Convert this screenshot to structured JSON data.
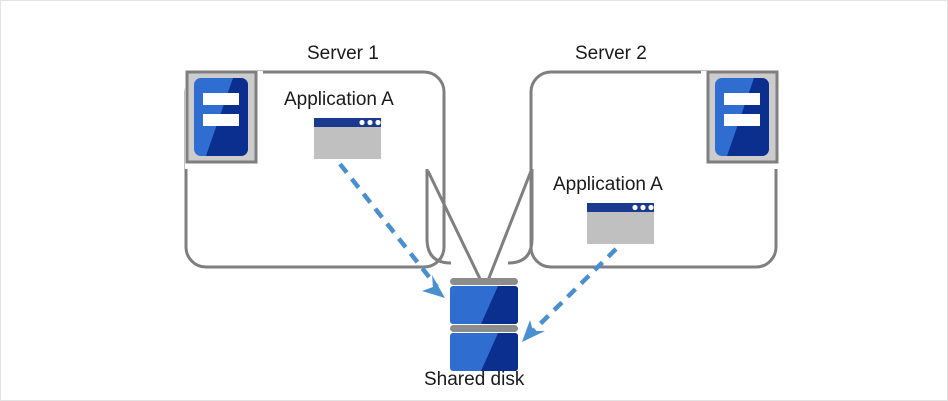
{
  "diagram": {
    "title_server1": "Server 1",
    "title_server2": "Server 2",
    "app_label_server1": "Application A",
    "app_label_server2": "Application A",
    "shared_disk_label": "Shared disk",
    "icons": {
      "server_icon_1": "server-icon",
      "server_icon_2": "server-icon",
      "app_window_1": "application-window-icon",
      "app_window_2": "application-window-icon",
      "disk": "shared-disk-icon",
      "arrow_1": "dashed-arrow-icon",
      "arrow_2": "dashed-arrow-icon"
    },
    "colors": {
      "box_border": "#7f7f7f",
      "server_icon_frame": "#cccccc",
      "server_icon_blue_light": "#2f6ed0",
      "server_icon_blue_dark": "#0b2f8f",
      "app_titlebar": "#1a3a8f",
      "app_body": "#c0c0c0",
      "disk_blue_light": "#2f6ed0",
      "disk_blue_dark": "#0b2f8f",
      "disk_bar_gray": "#8c8c8c",
      "arrow_blue": "#4a8fd0",
      "text": "#1a1a1a",
      "canvas_border": "#e3e3e3",
      "background": "#ffffff"
    }
  }
}
